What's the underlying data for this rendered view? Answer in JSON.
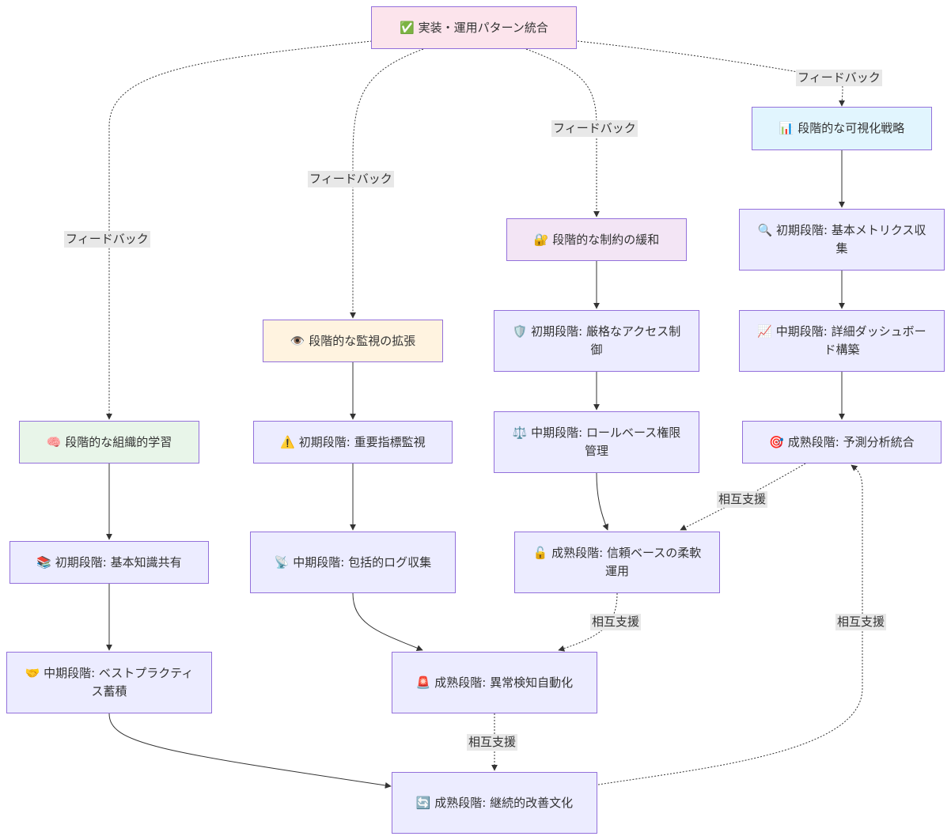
{
  "diagram": {
    "nodes": {
      "root": "✅ 実装・運用パターン統合",
      "visual": "📊 段階的な可視化戦略",
      "vis1": "🔍 初期段階: 基本メトリクス収集",
      "vis2": "📈 中期段階: 詳細ダッシュボード構築",
      "vis3": "🎯 成熟段階: 予測分析統合",
      "relax": "🔐 段階的な制約の緩和",
      "rel1": "🛡️ 初期段階: 厳格なアクセス制御",
      "rel2": "⚖️ 中期段階: ロールベース権限管理",
      "rel3": "🔓 成熟段階: 信頼ベースの柔軟運用",
      "monitor": "👁️ 段階的な監視の拡張",
      "mon1": "⚠️ 初期段階: 重要指標監視",
      "mon2": "📡 中期段階: 包括的ログ収集",
      "mon3": "🚨 成熟段階: 異常検知自動化",
      "learn": "🧠 段階的な組織的学習",
      "lea1": "📚 初期段階: 基本知識共有",
      "lea2": "🤝 中期段階: ベストプラクティス蓄積",
      "lea3": "🔄 成熟段階: 継続的改善文化"
    },
    "edge_labels": {
      "feedback": "フィードバック",
      "mutual": "相互支援"
    },
    "colors": {
      "root_fill": "#fce4ec",
      "visual_fill": "#e1f5fe",
      "relax_fill": "#f3e5f5",
      "monitor_fill": "#fff3e0",
      "learn_fill": "#e8f5e9",
      "default_fill": "#ececff",
      "border": "#9370db",
      "edge": "#333333"
    }
  }
}
